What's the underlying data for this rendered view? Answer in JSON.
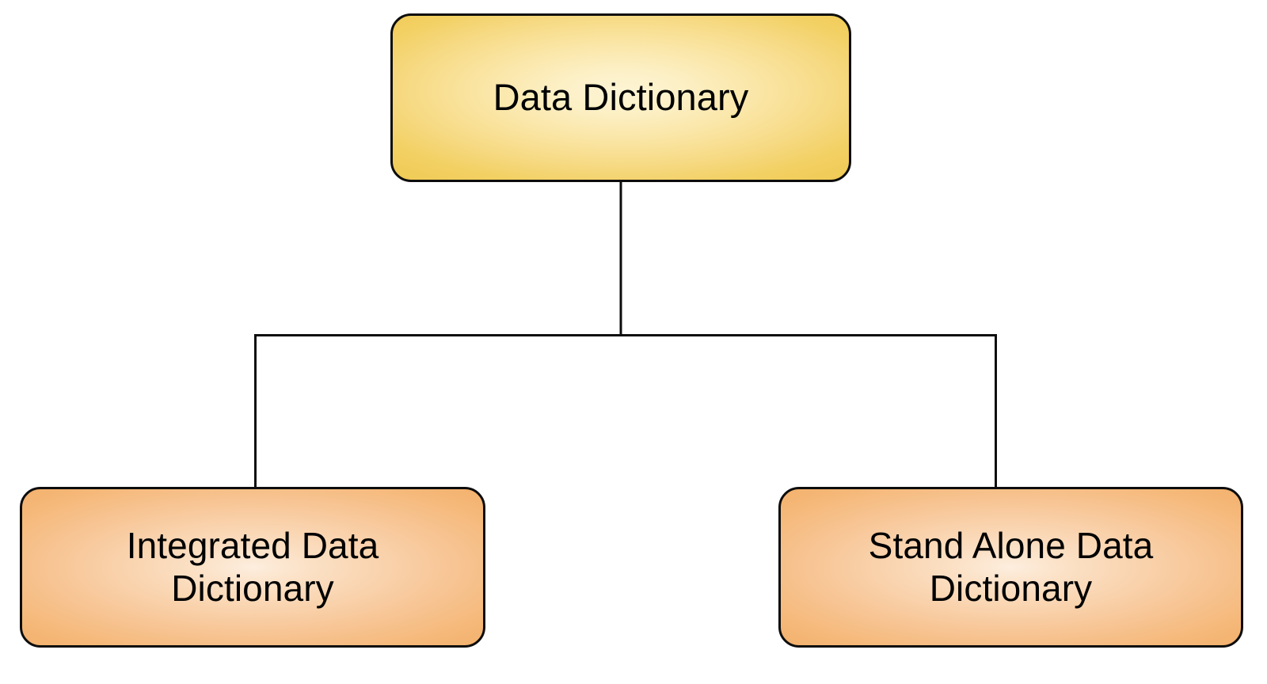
{
  "diagram": {
    "title": "Data Dictionary",
    "type": "hierarchy-tree",
    "background_color": "#ffffff",
    "nodes": {
      "root": {
        "id": "data-dictionary",
        "label": "Data Dictionary",
        "shape": "rounded-rectangle",
        "fill_center_color": "#fdf4d4",
        "fill_edge_color": "#efca55",
        "border_color": "#0d0d0d",
        "text_color": "#000000"
      },
      "children": [
        {
          "id": "integrated-data-dictionary",
          "label": "Integrated Data\nDictionary",
          "shape": "rounded-rectangle",
          "fill_center_color": "#fdeede",
          "fill_edge_color": "#f3ae69",
          "border_color": "#0d0d0d",
          "text_color": "#000000"
        },
        {
          "id": "stand-alone-data-dictionary",
          "label": "Stand Alone Data\nDictionary",
          "shape": "rounded-rectangle",
          "fill_center_color": "#fdeede",
          "fill_edge_color": "#f3ae69",
          "border_color": "#0d0d0d",
          "text_color": "#000000"
        }
      ]
    },
    "connectors": {
      "style": "orthogonal-elbow",
      "line_color": "#0d0d0d",
      "line_width": 3,
      "edges": [
        {
          "from": "data-dictionary",
          "to": "integrated-data-dictionary"
        },
        {
          "from": "data-dictionary",
          "to": "stand-alone-data-dictionary"
        }
      ]
    }
  }
}
